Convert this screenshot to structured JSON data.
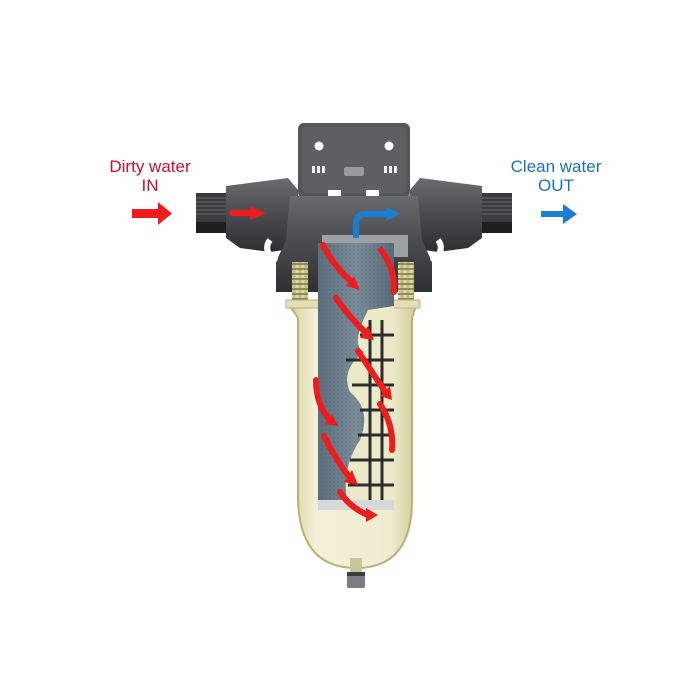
{
  "labels": {
    "inlet": {
      "line1": "Dirty water",
      "line2": "IN",
      "color": "#c8102e"
    },
    "outlet": {
      "line1": "Clean water",
      "line2": "OUT",
      "color": "#1f6fb5"
    }
  },
  "colors": {
    "dirty_arrow": "#ee1c1c",
    "clean_arrow": "#1a7fd4",
    "housing": "#4a4b4e",
    "bowl": "#e9e6c2",
    "cartridge": "#6f8291",
    "background": "#ffffff"
  },
  "components": [
    "mounting-bracket",
    "inlet-port",
    "outlet-port",
    "filter-head",
    "transparent-bowl",
    "filter-cartridge",
    "drain-valve"
  ]
}
